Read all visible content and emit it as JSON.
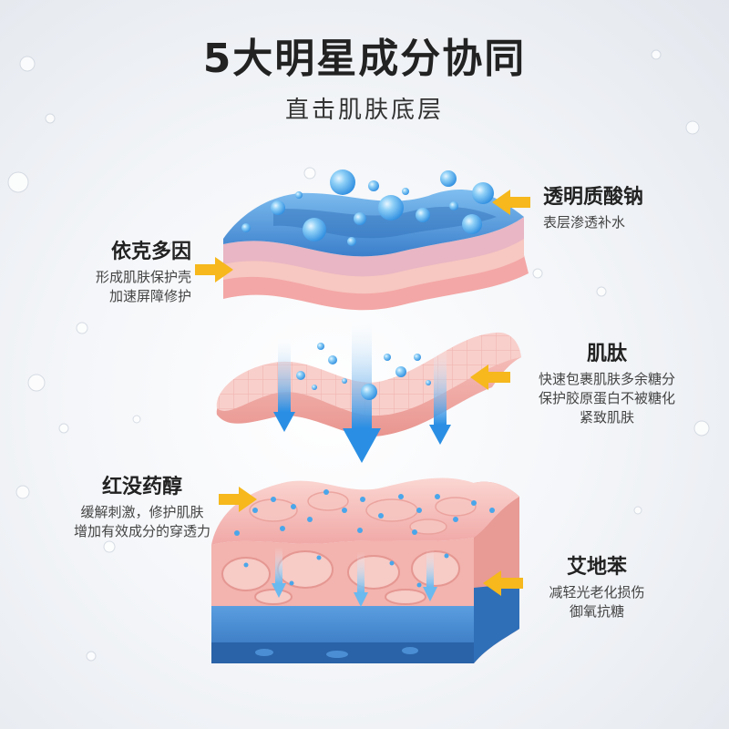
{
  "title": "5大明星成分协同",
  "subtitle": "直击肌肤底层",
  "ingredients": [
    {
      "name": "透明质酸钠",
      "desc": [
        "表层渗透补水"
      ]
    },
    {
      "name": "依克多因",
      "desc": [
        "形成肌肤保护壳",
        "加速屏障修护"
      ]
    },
    {
      "name": "肌肽",
      "desc": [
        "快速包裹肌肤多余糖分",
        "保护胶原蛋白不被糖化",
        "紧致肌肤"
      ]
    },
    {
      "name": "红没药醇",
      "desc": [
        "缓解刺激，修护肌肤",
        "增加有效成分的穿透力"
      ]
    },
    {
      "name": "艾地苯",
      "desc": [
        "减轻光老化损伤",
        "御氧抗糖"
      ]
    }
  ],
  "colors": {
    "arrow": "#f6b81c",
    "blue_layer": "#4a8fd6",
    "pink_layer": "#f2b3b0",
    "dot": "#5ab0ec",
    "text_dark": "#222222"
  },
  "icons": [
    "arrow-icon",
    "down-arrow-icon",
    "water-bubble-icon"
  ]
}
